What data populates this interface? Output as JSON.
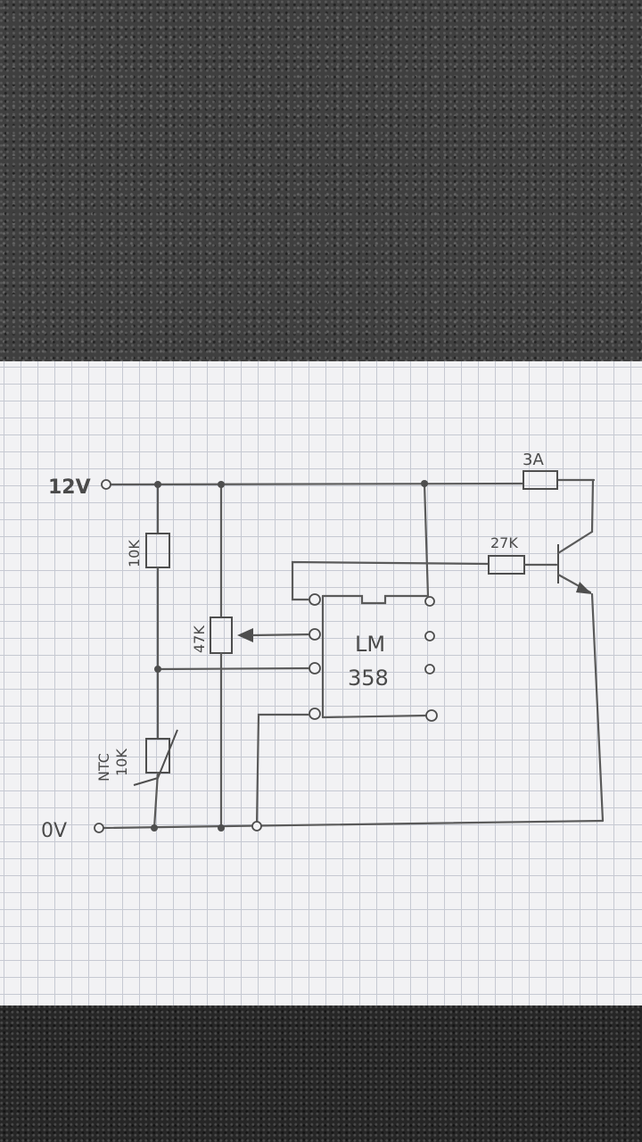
{
  "supply": {
    "positive": "12V",
    "ground": "0V"
  },
  "components": {
    "r1": "10K",
    "pot": "47K",
    "ntc_line1": "NTC",
    "ntc_line2": "10K",
    "fuse": "3A",
    "r_base": "27K",
    "ic_line1": "LM",
    "ic_line2": "358"
  }
}
